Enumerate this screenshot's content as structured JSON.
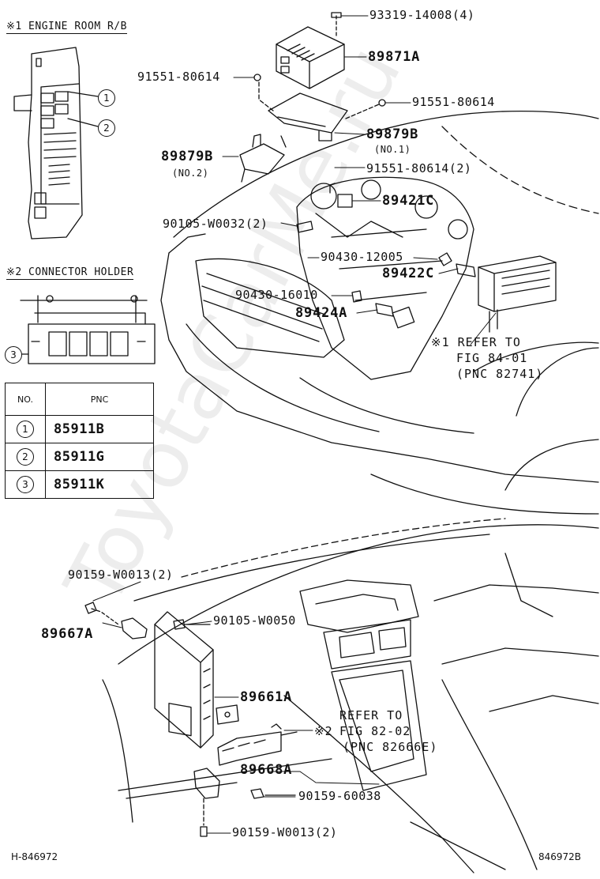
{
  "sections": {
    "engine_room": "※1 ENGINE ROOM R/B",
    "connector_holder": "※2 CONNECTOR HOLDER"
  },
  "callouts": [
    "1",
    "2",
    "3"
  ],
  "table": {
    "headers": [
      "NO.",
      "PNC"
    ],
    "rows": [
      {
        "no": "1",
        "pnc": "85911B"
      },
      {
        "no": "2",
        "pnc": "85911G"
      },
      {
        "no": "3",
        "pnc": "85911K"
      }
    ]
  },
  "labels": {
    "p93319": "93319-14008(4)",
    "p89871A": "89871A",
    "p91551_a": "91551-80614",
    "p91551_b": "91551-80614",
    "p89879B_1": "89879B",
    "no1": "(NO.1)",
    "p89879B_2": "89879B",
    "no2": "(NO.2)",
    "p91551_c": "91551-80614(2)",
    "p89421C": "89421C",
    "p90105_a": "90105-W0032(2)",
    "p90430_a": "90430-12005",
    "p89422C": "89422C",
    "p90430_b": "90430-16010",
    "p89424A": "89424A",
    "p90159_a": "90159-W0013(2)",
    "p90105_b": "90105-W0050",
    "p89667A": "89667A",
    "p89661A": "89661A",
    "p89668A": "89668A",
    "p90159_b": "90159-60038",
    "p90159_c": "90159-W0013(2)"
  },
  "refs": {
    "ref1_line1": "※1 REFER TO",
    "ref1_line2": "FIG 84-01",
    "ref1_line3": "(PNC 82741)",
    "ref2_line1": "REFER TO",
    "ref2_mark": "※2",
    "ref2_line2": "FIG 82-02",
    "ref2_line3": "(PNC 82666E)"
  },
  "footer": {
    "left": "H-846972",
    "right": "846972B"
  },
  "watermark": "ToyotaCarMe.ru"
}
